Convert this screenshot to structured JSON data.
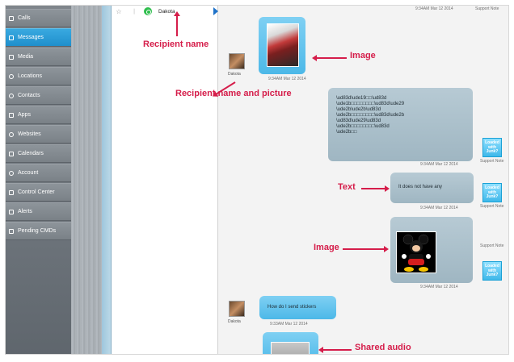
{
  "sidebar": {
    "items": [
      {
        "label": "Calls",
        "icon": "phone-icon",
        "active": false
      },
      {
        "label": "Messages",
        "icon": "message-icon",
        "active": true
      },
      {
        "label": "Media",
        "icon": "media-icon",
        "active": false
      },
      {
        "label": "Locations",
        "icon": "location-icon",
        "active": false
      },
      {
        "label": "Contacts",
        "icon": "contacts-icon",
        "active": false
      },
      {
        "label": "Apps",
        "icon": "apps-icon",
        "active": false
      },
      {
        "label": "Websites",
        "icon": "websites-icon",
        "active": false
      },
      {
        "label": "Calendars",
        "icon": "calendar-icon",
        "active": false
      },
      {
        "label": "Account",
        "icon": "account-icon",
        "active": false
      },
      {
        "label": "Control Center",
        "icon": "control-icon",
        "active": false
      },
      {
        "label": "Alerts",
        "icon": "alerts-icon",
        "active": false
      },
      {
        "label": "Pending CMDs",
        "icon": "pending-icon",
        "active": false
      }
    ]
  },
  "contacts": {
    "row": {
      "name": "Dakota",
      "app_icon": "whatsapp-icon"
    }
  },
  "conversation": {
    "top_timestamp": "9:34AM Mar 12 2014",
    "top_support_note": "Support Note",
    "msg1": {
      "timestamp": "9:34AM Mar 12 2014",
      "sender": "Dakota"
    },
    "msg2": {
      "text": "\\ud83d\\ude19□□\\ud83d\n\\ude1b□□□□□□□□\\ud83d\\ude29\n\\ude2b\\ude2b\\ud83d\n\\ude2b□□□□□□□□\\ud83d\\ude2b\n\\ud83d\\ude29\\ud83d\n\\ude2b□□□□□□□□\\ud83d\n\\ude2b□□",
      "timestamp": "9:34AM Mar 12 2014",
      "support_note": "Support Note"
    },
    "msg3": {
      "text": "It does not have any",
      "timestamp": "9:34AM Mar 12 2014",
      "support_note": "Support Note"
    },
    "msg4": {
      "timestamp": "9:34AM Mar 12 2014",
      "support_note": "Support Note"
    },
    "msg5": {
      "text": "How do I send stickers",
      "timestamp": "9:33AM Mar 12 2014",
      "sender": "Dakota"
    },
    "badge": {
      "line1": "Loaded",
      "line2": "with",
      "line3": "Junk?"
    }
  },
  "annotations": {
    "recipient_name": "Recipient name",
    "image_top": "Image",
    "recipient_name_picture": "Recipient name and picture",
    "text": "Text",
    "image_mid": "Image",
    "shared_audio": "Shared audio"
  },
  "colors": {
    "accent": "#1f8fcc",
    "annotation": "#d51d4a",
    "bubble_in": "#4cb8e8",
    "bubble_out": "#9fb6c2"
  }
}
